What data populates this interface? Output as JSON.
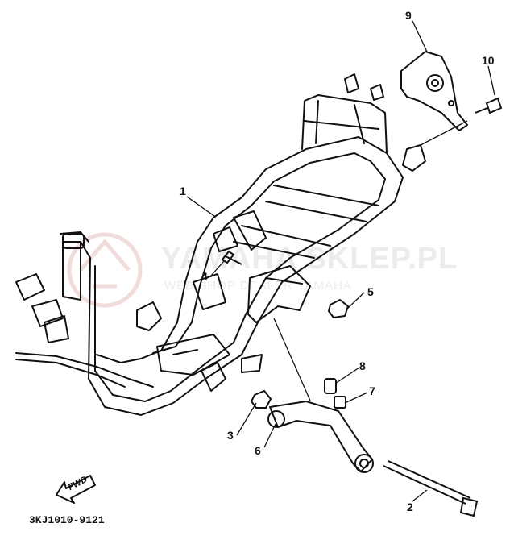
{
  "watermark": {
    "title": "YAMAHA SKLEP.PL",
    "subtitle": "WEB SHOP DEALER YAMAHA",
    "color": "#ececec"
  },
  "drawing_code": "3KJ1010-9121",
  "fwd_label": "FWD",
  "parts": [
    {
      "number": "1",
      "name": "frame-label"
    },
    {
      "number": "2",
      "name": "bolt-long-label"
    },
    {
      "number": "3",
      "name": "nut-left-label"
    },
    {
      "number": "4",
      "name": "bolt-short-label"
    },
    {
      "number": "5",
      "name": "nut-right-label"
    },
    {
      "number": "6",
      "name": "bushing-label"
    },
    {
      "number": "7",
      "name": "collar-label"
    },
    {
      "number": "8",
      "name": "spacer-label"
    },
    {
      "number": "9",
      "name": "bracket-label"
    },
    {
      "number": "10",
      "name": "bracket-bolt-label"
    }
  ],
  "colors": {
    "line": "#111111",
    "background": "#ffffff",
    "logo": "#f1dcdc"
  }
}
